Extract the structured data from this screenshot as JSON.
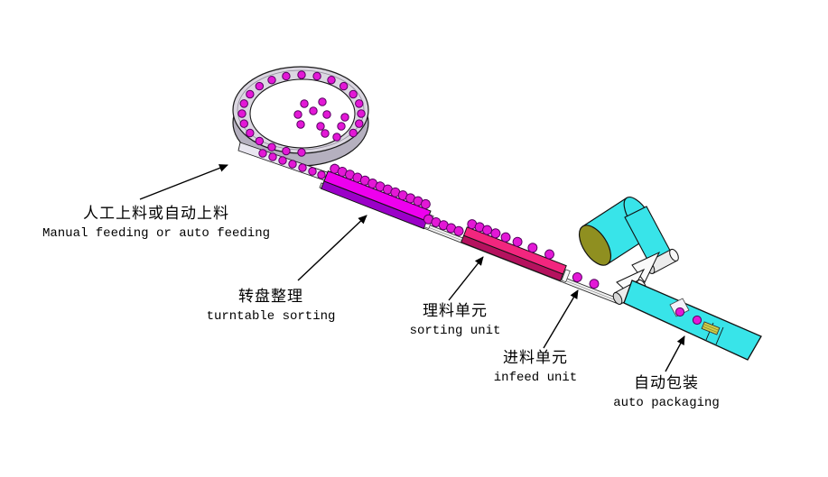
{
  "diagram": {
    "labels": [
      {
        "zh": "人工上料或自动上料",
        "en": "Manual feeding or auto feeding"
      },
      {
        "zh": "转盘整理",
        "en": "turntable sorting"
      },
      {
        "zh": "理料单元",
        "en": "sorting unit"
      },
      {
        "zh": "进料单元",
        "en": "infeed unit"
      },
      {
        "zh": "自动包装",
        "en": "auto packaging"
      }
    ],
    "colors": {
      "background": "#ffffff",
      "label_text": "#000000",
      "turntable_body": "#d9d5e0",
      "turntable_side": "#b5b0bf",
      "product_ball": "#e318d6",
      "ball_outline": "#55005f",
      "turntable_track_top": "#ee00ee",
      "turntable_track_side": "#9b00c8",
      "sorting_track_top": "#f2267e",
      "sorting_track_side": "#b5125e",
      "packaging_machine": "#38e4e9",
      "film_roll_end": "#8f8f20",
      "packet": "#d2cf48",
      "roller": "#ececec"
    }
  }
}
